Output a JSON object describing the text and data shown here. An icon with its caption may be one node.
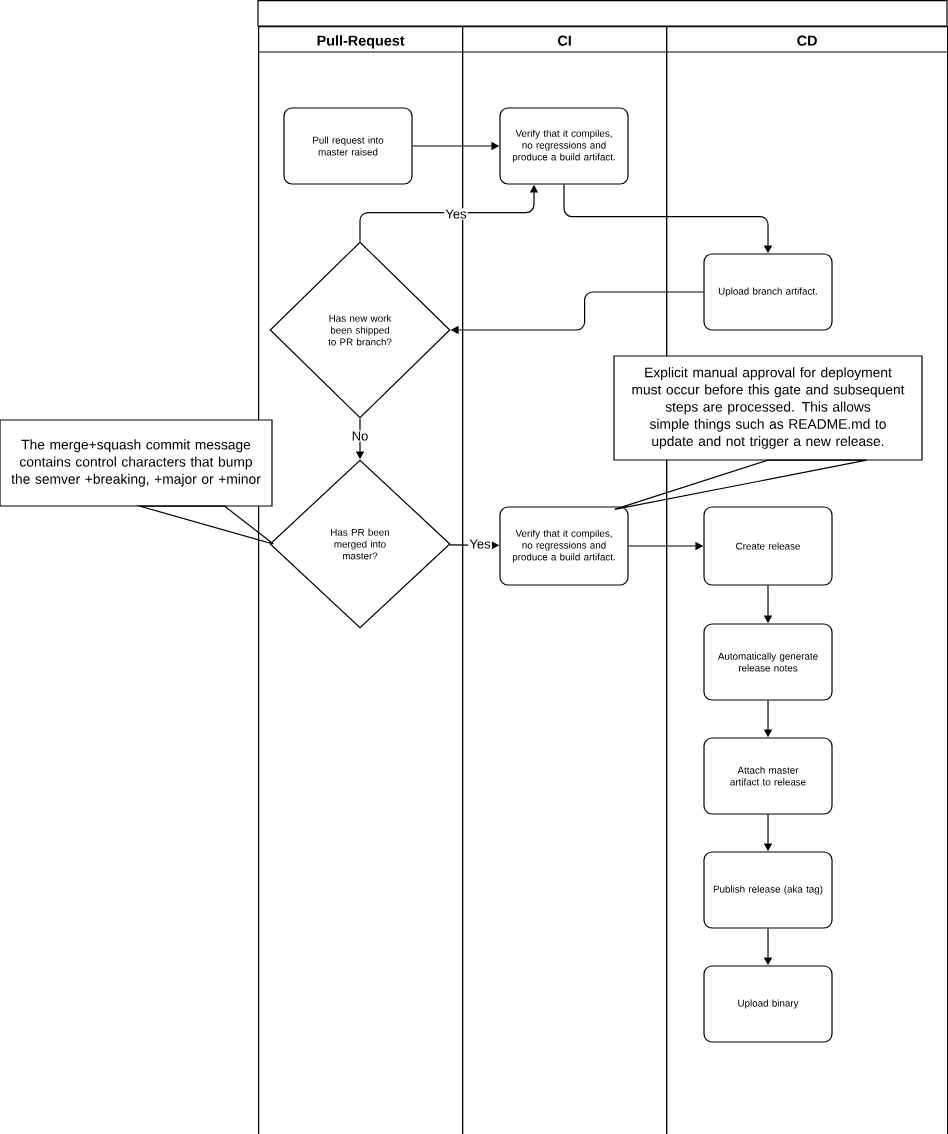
{
  "diagram": {
    "nodes": [
      {
        "text": [
          "Pull-Request"
        ]
      },
      {
        "text": [
          "CI"
        ]
      },
      {
        "text": [
          "CD"
        ]
      },
      {
        "text": [
          "Pull request into master raised"
        ],
        "in": 0
      },
      {
        "text": [
          "Verify that it compiles, no regressions and produce a build artifact."
        ],
        "in": 1
      },
      {
        "text": [
          "Has new work been shipped to PR branch?"
        ],
        "in": 0
      },
      {
        "text": [
          "Upload branch artifact."
        ],
        "in": 2
      },
      {
        "text": [
          "The merge+squash commit message contains control characters that bump the semver +breaking, +major or +minor"
        ]
      },
      {
        "text": [
          "Explicit manual approval for deployment must occur before this gate and subsequent steps are processed. This allows simple things such as README.md to update and not trigger a new release."
        ]
      },
      {
        "text": [
          "Has PR been merged into master?"
        ],
        "in": 0
      },
      {
        "text": [
          "Verify that it compiles, no regressions and produce a build artifact."
        ],
        "in": 1
      },
      {
        "text": [
          "Create release"
        ],
        "in": 2
      },
      {
        "text": [
          "Automatically generate release notes"
        ],
        "in": 2
      },
      {
        "text": [
          "Attach master artifact to release"
        ],
        "in": 2
      },
      {
        "text": [
          "Publish release (aka tag)"
        ],
        "in": 2
      },
      {
        "text": [
          "Upload binary"
        ],
        "in": 2
      }
    ],
    "edges": [
      {
        "from": 3,
        "to": 4,
        "arrow": "to"
      },
      {
        "from": 4,
        "to": 6,
        "arrow": "to"
      },
      {
        "from": 6,
        "to": 5,
        "arrow": "to"
      },
      {
        "from": 5,
        "to": 4,
        "arrow": "to",
        "label": "Yes"
      },
      {
        "from": 5,
        "to": 9,
        "arrow": "to",
        "label": "No"
      },
      {
        "from": 7,
        "to": 9,
        "arrow": "none"
      },
      {
        "from": 8,
        "to": 10,
        "arrow": "none"
      },
      {
        "from": 9,
        "to": 10,
        "arrow": "to",
        "label": "Yes"
      },
      {
        "from": 10,
        "to": 11,
        "arrow": "to"
      },
      {
        "from": 11,
        "to": 12,
        "arrow": "to"
      },
      {
        "from": 12,
        "to": 13,
        "arrow": "to"
      },
      {
        "from": 13,
        "to": 14,
        "arrow": "to"
      },
      {
        "from": 14,
        "to": 15,
        "arrow": "to"
      }
    ]
  }
}
